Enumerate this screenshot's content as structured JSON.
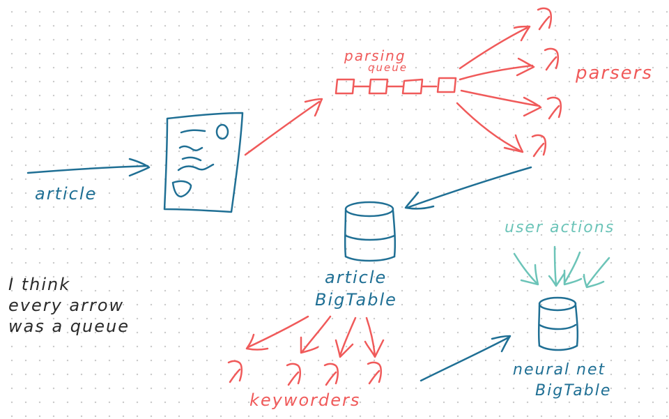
{
  "colors": {
    "blue": "#1f6f94",
    "red": "#f05a5a",
    "teal": "#6cc4b8",
    "dark": "#2a2a2a"
  },
  "labels": {
    "article": "article",
    "parsing_queue_line1": "parsing",
    "parsing_queue_line2": "queue",
    "parsers": "parsers",
    "article_bigtable_line1": "article",
    "article_bigtable_line2": "BigTable",
    "user_actions": "user actions",
    "neural_net_bigtable_line1": "neural net",
    "neural_net_bigtable_line2": "BigTable",
    "keyworders": "keyworders",
    "note_line1": "I think",
    "note_line2": "every arrow",
    "note_line3": "was a queue"
  },
  "icons": {
    "lambda": "λ"
  }
}
